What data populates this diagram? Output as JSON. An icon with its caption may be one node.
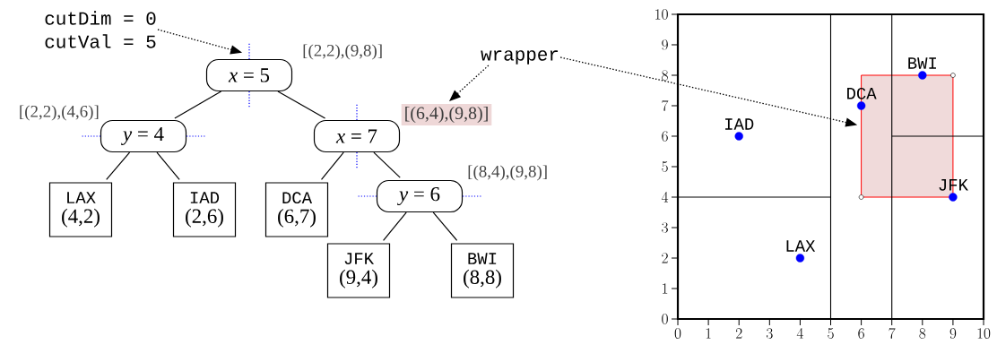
{
  "diagram": {
    "nodes": [
      {
        "text": [
          "*x* = 5"
        ],
        "beside": [
          "[(2,2),(9,8)]"
        ]
      },
      {
        "text": [
          "*y* = 4"
        ],
        "beside": [
          "[(2,2),(4,6)]"
        ]
      },
      {
        "text": [
          "*x* = 7"
        ]
      },
      {
        "text": [
          "LAX",
          "(4,2)"
        ]
      },
      {
        "text": [
          "IAD",
          "(2,6)"
        ]
      },
      {
        "text": [
          "DCA",
          "(6,7)"
        ]
      },
      {
        "text": [
          "*y* = 6"
        ],
        "beside": [
          "[(8,4),(9,8)]"
        ]
      },
      {
        "text": [
          "JFK",
          "(9,4)"
        ]
      },
      {
        "text": [
          "BWI",
          "(8,8)"
        ]
      },
      {
        "text": [
          "cutDim = 0",
          "cutVal = 5"
        ]
      },
      {
        "text": [
          "wrapper"
        ]
      },
      {
        "text": [
          "[(6,4),(9,8)]"
        ]
      },
      {
        "text": [],
        "shape": "box"
      }
    ],
    "edges": [
      {
        "from": 0,
        "to": 1,
        "arrow": "none"
      },
      {
        "from": 0,
        "to": 2,
        "arrow": "none"
      },
      {
        "from": 1,
        "to": 3,
        "arrow": "none"
      },
      {
        "from": 1,
        "to": 4,
        "arrow": "none"
      },
      {
        "from": 2,
        "to": 5,
        "arrow": "none"
      },
      {
        "from": 2,
        "to": 6,
        "arrow": "none"
      },
      {
        "from": 6,
        "to": 7,
        "arrow": "none"
      },
      {
        "from": 6,
        "to": 8,
        "arrow": "none"
      },
      {
        "from": 9,
        "to": 0,
        "arrow": "to",
        "style": "dashed"
      },
      {
        "from": 10,
        "to": 11,
        "arrow": "to",
        "style": "dashed"
      },
      {
        "from": 10,
        "to": 12,
        "arrow": "to",
        "style": "dashed"
      }
    ],
    "chart_data": {
      "type": "scatter",
      "xlim": [
        0,
        10
      ],
      "ylim": [
        0,
        10
      ],
      "xticks": [
        0,
        1,
        2,
        3,
        4,
        5,
        6,
        7,
        8,
        9,
        10
      ],
      "yticks": [
        0,
        1,
        2,
        3,
        4,
        5,
        6,
        7,
        8,
        9,
        10
      ],
      "series": [
        {
          "color": "#0000ff",
          "x": [
            4,
            2,
            6,
            9,
            8
          ],
          "values": [
            2,
            6,
            7,
            4,
            8
          ]
        }
      ],
      "ref_lines": [
        {
          "axis": "x",
          "value": 5
        },
        {
          "axis": "y",
          "value": 4
        },
        {
          "axis": "x",
          "value": 7
        },
        {
          "axis": "y",
          "value": 6
        }
      ],
      "annotations": [
        {
          "x": 4,
          "y": 2,
          "text": "LAX"
        },
        {
          "x": 2,
          "y": 6,
          "text": "IAD"
        },
        {
          "x": 6,
          "y": 7,
          "text": "DCA"
        },
        {
          "x": 9,
          "y": 4,
          "text": "JFK"
        },
        {
          "x": 8,
          "y": 8,
          "text": "BWI"
        }
      ]
    }
  }
}
